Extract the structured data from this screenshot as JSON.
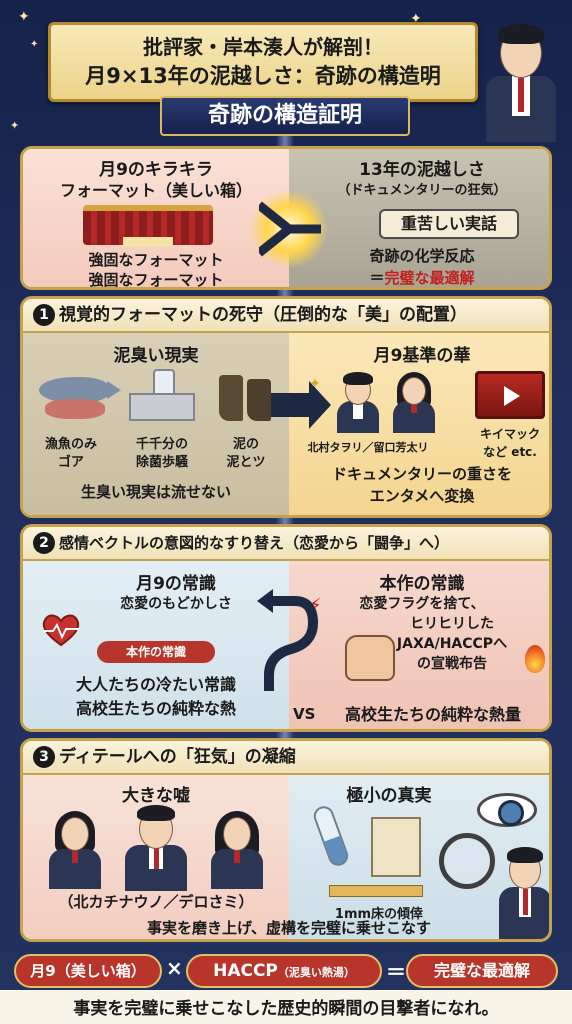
{
  "header": {
    "title_line1": "批評家・岸本湊人が解剖！",
    "title_line2": "月9×13年の泥越しさ：奇跡の構造明",
    "subtitle": "奇跡の構造証明"
  },
  "intro": {
    "left_title1": "月9のキラキラ",
    "left_title2": "フォーマット（美しい箱）",
    "left_line1": "強固なフォーマット",
    "left_line2": "強固なフォーマット",
    "right_title1": "13年の泥越しさ",
    "right_title2": "（ドキュメンタリーの狂気）",
    "right_tag": "重苦しい実話",
    "right_line1": "奇跡の化学反応",
    "right_line2_prefix": "＝",
    "right_line2_red": "完璧な最適解"
  },
  "section1": {
    "number": "1",
    "heading": "視覚的フォーマットの死守（圧倒的な「美」の配置）",
    "left_title": "泥臭い現実",
    "label_fish1": "漁魚のみ",
    "label_fish2": "ゴア",
    "label_bottle1": "千千分の",
    "label_bottle2": "除菌歩騒",
    "label_boots1": "泥の",
    "label_boots2": "泥とツ",
    "left_footer": "生臭い現実は流せない",
    "right_title": "月9基準の華",
    "names": "北村タヲリ／留口芳太リ",
    "tv_label1": "キイマック",
    "tv_label2": "など etc.",
    "right_footer1": "ドキュメンタリーの重さを",
    "right_footer2": "エンタメへ変換"
  },
  "section2": {
    "number": "2",
    "heading": "感情ベクトルの意図的なすり替え（恋愛から「闘争」へ）",
    "left_title": "月9の常識",
    "left_sub": "恋愛のもどかしさ",
    "pill": "本作の常識",
    "left_line1": "大人たちの冷たい常識",
    "left_line2": "高校生たちの純粋な熱",
    "right_title": "本作の常識",
    "right_line1": "恋愛フラグを捨て、",
    "right_line2": "ヒリヒリした",
    "right_line3": "JAXA/HACCPへ",
    "right_line4": "の宣戦布告",
    "vs": "VS",
    "right_footer": "高校生たちの純粋な熱量"
  },
  "section3": {
    "number": "3",
    "heading": "ディテールへの「狂気」の凝縮",
    "left_title": "大きな嘘",
    "left_names": "（北カチナウノ／デロさミ）",
    "right_title": "極小の真実",
    "right_caption": "1mm床の傾倖",
    "footer": "事実を磨き上げ、虚構を完璧に乗せこなす"
  },
  "equation": {
    "term1": "月9（美しい箱）",
    "op1": "×",
    "term2_main": "HACCP",
    "term2_sub": "（泥臭い熱湯）",
    "op2": "＝",
    "result": "完璧な最適解"
  },
  "footer": {
    "text": "事実を完璧に乗せこなした歴史的瞬間の目撃者になれ。"
  },
  "colors": {
    "navy": "#1f2e5c",
    "gold": "#c7a24d",
    "accent_red": "#c0201e",
    "eq_red": "#b8352b",
    "eq_navy": "#1e2a52"
  }
}
